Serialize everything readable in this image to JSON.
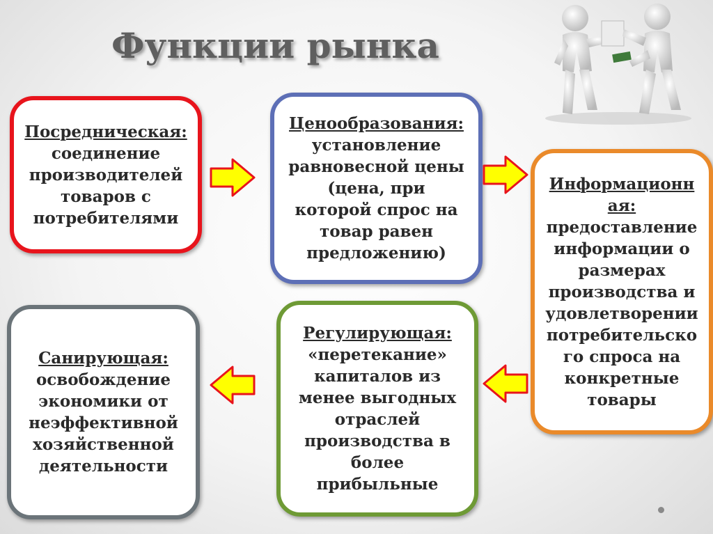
{
  "title": "Функции рынка",
  "illustration": "two-people-exchange-icon",
  "colors": {
    "posrednicheskaya": "#e8141c",
    "tsenoobrazovaniya": "#5d6fb6",
    "informatsionnaya": "#ea8a2a",
    "reguliruyushchaya": "#6e9a35",
    "saniruyushchaya": "#6b7479",
    "arrow_fill": "#ffff00",
    "arrow_stroke": "#e8141c"
  },
  "boxes": {
    "posrednicheskaya": {
      "head": "Посредническая:",
      "text": "соединение\nпроизводителей\nтоваров с\nпотребителями"
    },
    "tsenoobrazovaniya": {
      "head": "Ценообразования:",
      "text": "установление\nравновесной цены\n(цена, при\nкоторой спрос  на\nтовар равен\nпредложению)"
    },
    "informatsionnaya": {
      "head": "Информационн\nая:",
      "text": "предоставление\nинформации о\nразмерах\nпроизводства и\nудовлетворении\nпотребительско\nго спроса на\nконкретные\nтовары"
    },
    "reguliruyushchaya": {
      "head": "Регулирующая:",
      "text": "«перетекание»\nкапиталов из\nменее выгодных\nотраслей\nпроизводства в\nболее\nприбыльные"
    },
    "saniruyushchaya": {
      "head": "Санирующая:",
      "text": "освобождение\nэкономики от\nнеэффективной\nхозяйственной\nдеятельности"
    }
  },
  "arrows": [
    "right",
    "right",
    "left",
    "left"
  ]
}
